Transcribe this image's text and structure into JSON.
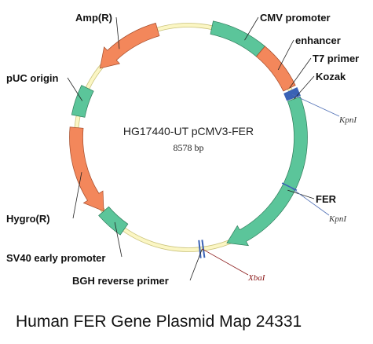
{
  "plasmid": {
    "name": "HG17440-UT pCMV3-FER",
    "size": "8578 bp",
    "caption": "Human FER Gene Plasmid Map 24331"
  },
  "colors": {
    "backbone": "#fbf6c4",
    "backbone_edge": "#c9c27a",
    "orange": "#f3875b",
    "orange_edge": "#a44a28",
    "green": "#5bc59a",
    "green_edge": "#2d7a58",
    "site_mark": "#3a62b5",
    "kpn_line": "#4f6fb5",
    "xba_line": "#8b1a1a"
  },
  "features": [
    {
      "id": "amp",
      "label": "Amp(R)",
      "start": 308,
      "end": 344,
      "color": "orange",
      "dir": "ccw"
    },
    {
      "id": "cmv",
      "label": "CMV promoter",
      "start": 12,
      "end": 40,
      "color": "green",
      "dir": "none"
    },
    {
      "id": "enh",
      "label": "enhancer",
      "start": 40,
      "end": 64,
      "color": "orange",
      "dir": "none"
    },
    {
      "id": "fer",
      "label": "FER",
      "start": 70,
      "end": 160,
      "color": "green",
      "dir": "cw"
    },
    {
      "id": "sv40",
      "label": "SV40 early promoter",
      "start": 215,
      "end": 229,
      "color": "green",
      "dir": "none"
    },
    {
      "id": "hygro",
      "label": "Hygro(R)",
      "start": 229,
      "end": 275,
      "color": "orange",
      "dir": "ccw"
    },
    {
      "id": "puc",
      "label": "pUC origin",
      "start": 281,
      "end": 296,
      "color": "green",
      "dir": "none"
    }
  ],
  "markers": [
    {
      "id": "t7",
      "label": "T7 primer",
      "angle": 66
    },
    {
      "id": "kozak",
      "label": "Kozak",
      "angle": 69
    },
    {
      "id": "bgh",
      "label": "BGH reverse primer",
      "angle": 175
    }
  ],
  "sites": [
    {
      "id": "kpn1",
      "name": "KpnI",
      "angle": 67.5
    },
    {
      "id": "kpn2",
      "name": "KpnI",
      "angle": 116
    },
    {
      "id": "xba1",
      "name": "XbaI",
      "angle": 173
    }
  ]
}
